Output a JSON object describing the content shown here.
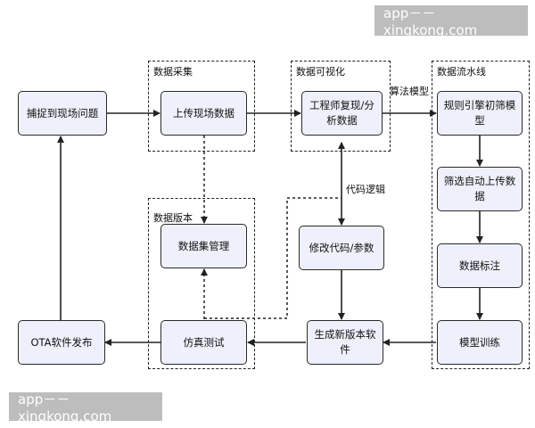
{
  "watermark_top": "app－－xingkong.com",
  "watermark_bottom": "app－－xingkong.com",
  "groups": {
    "collect": "数据采集",
    "visual": "数据可视化",
    "pipeline": "数据流水线",
    "version": "数据版本"
  },
  "nodes": {
    "capture": "捕捉到现场问题",
    "upload": "上传现场数据",
    "engineer": "工程师复现/分析数据",
    "rules": "规则引擎初筛模型",
    "filter": "筛选自动上传数据",
    "label": "数据标注",
    "train": "模型训练",
    "dataset": "数据集管理",
    "modify": "修改代码/参数",
    "build": "生成新版本软件",
    "sim": "仿真测试",
    "ota": "OTA软件发布"
  },
  "edge_labels": {
    "algo_model": "算法模型",
    "code_logic": "代码逻辑"
  }
}
